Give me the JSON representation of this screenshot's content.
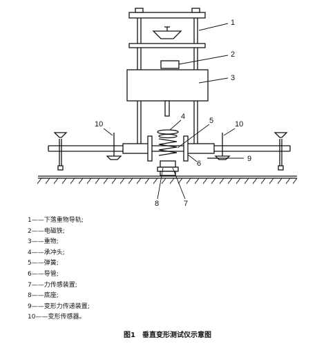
{
  "callouts": [
    "1",
    "2",
    "3",
    "4",
    "5",
    "6",
    "7",
    "8",
    "9",
    "10",
    "10"
  ],
  "legend": [
    {
      "num": "1",
      "sep": "——",
      "text": "下落重物导轨;"
    },
    {
      "num": "2",
      "sep": "——",
      "text": "电磁铁;"
    },
    {
      "num": "3",
      "sep": "——",
      "text": "重物;"
    },
    {
      "num": "4",
      "sep": "——",
      "text": "承冲头;"
    },
    {
      "num": "5",
      "sep": "——",
      "text": "弹簧;"
    },
    {
      "num": "6",
      "sep": "——",
      "text": "导管;"
    },
    {
      "num": "7",
      "sep": "——",
      "text": "力传感装置;"
    },
    {
      "num": "8",
      "sep": "——",
      "text": "底座;"
    },
    {
      "num": "9",
      "sep": "——",
      "text": "变形力传递装置;"
    },
    {
      "num": "10",
      "sep": "——",
      "text": "变形传感器。"
    }
  ],
  "caption": "图1　垂直变形测试仪示意图"
}
